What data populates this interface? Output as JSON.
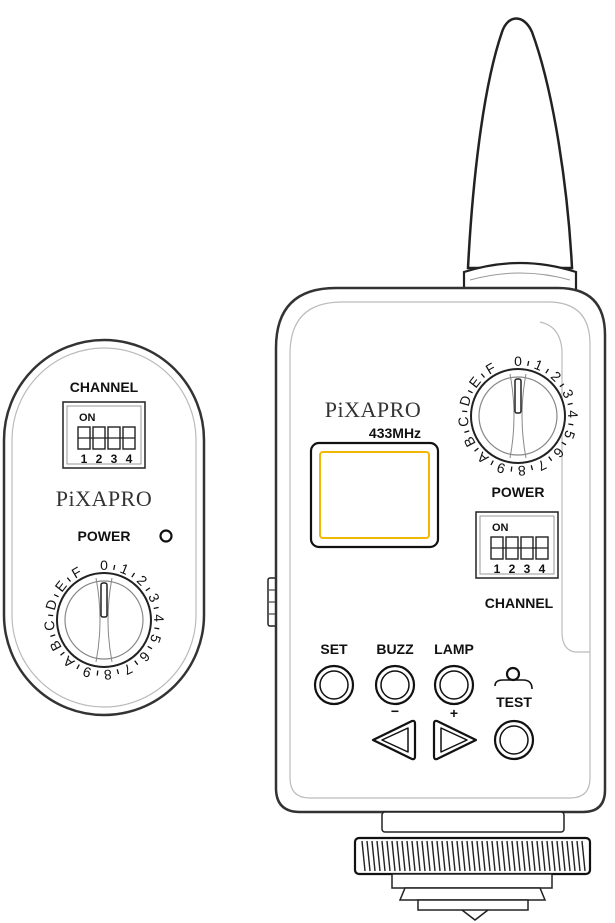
{
  "receiver": {
    "channel_label": "CHANNEL",
    "switch_on_label": "ON",
    "switch_numbers": [
      "1",
      "2",
      "3",
      "4"
    ],
    "brand": "PiXAPRO",
    "power_label": "POWER",
    "dial_labels": [
      "0",
      "1",
      "2",
      "3",
      "4",
      "5",
      "6",
      "7",
      "8",
      "9",
      "A",
      "B",
      "C",
      "D",
      "E",
      "F"
    ]
  },
  "transmitter": {
    "brand": "PiXAPRO",
    "frequency": "433MHz",
    "power_label": "POWER",
    "channel_label": "CHANNEL",
    "switch_on_label": "ON",
    "switch_numbers": [
      "1",
      "2",
      "3",
      "4"
    ],
    "dial_labels": [
      "0",
      "1",
      "2",
      "3",
      "4",
      "5",
      "6",
      "7",
      "8",
      "9",
      "A",
      "B",
      "C",
      "D",
      "E",
      "F"
    ],
    "buttons": {
      "set": "SET",
      "buzz": "BUZZ",
      "lamp": "LAMP",
      "test": "TEST",
      "minus": "−",
      "plus": "+"
    },
    "display_border_color": "#f2b705"
  }
}
